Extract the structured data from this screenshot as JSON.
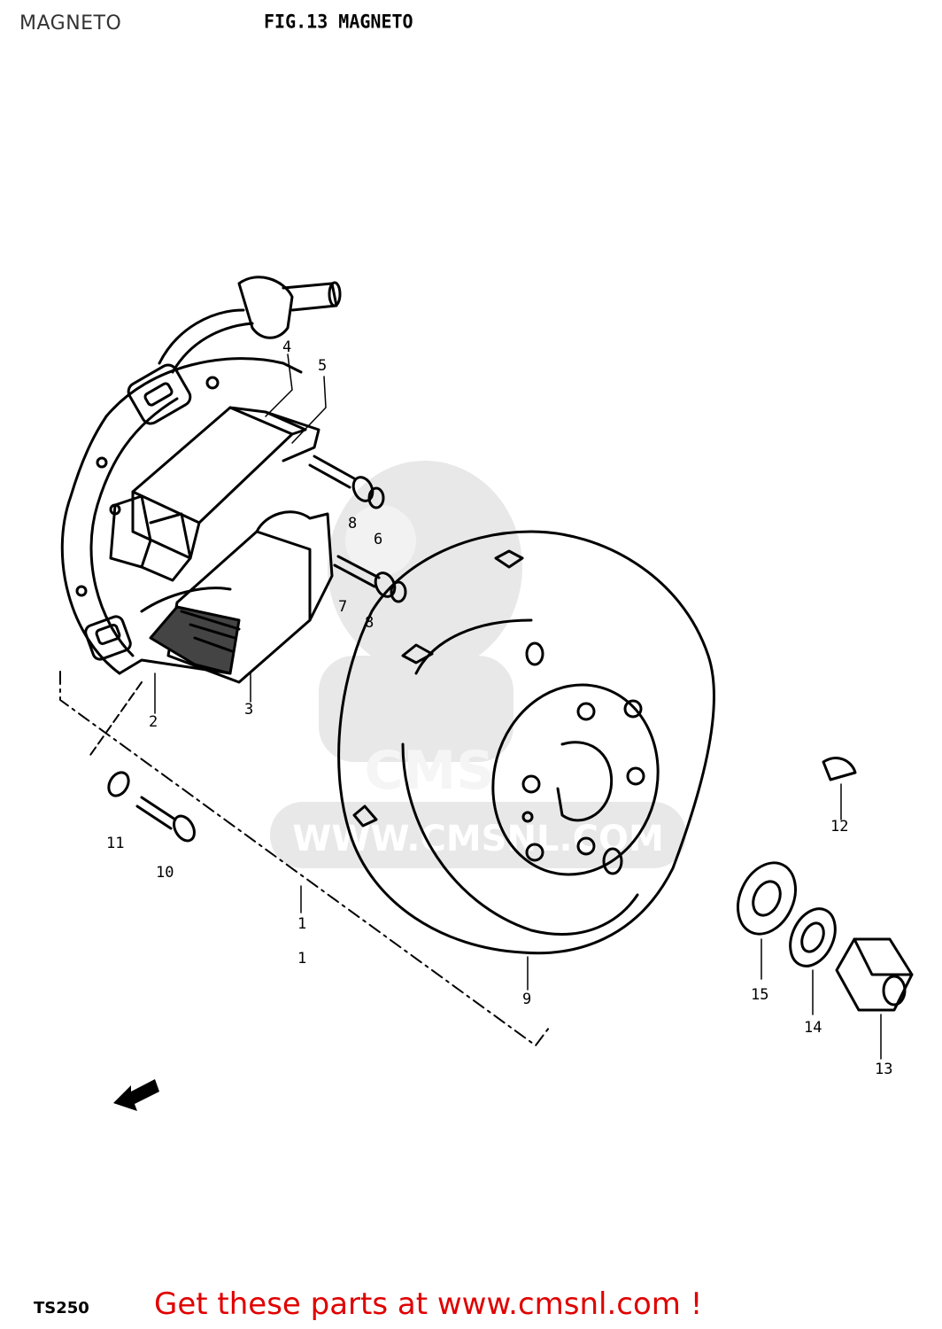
{
  "header": {
    "page_label": "MAGNETO",
    "figure_title": "FIG.13  MAGNETO"
  },
  "watermark": {
    "text": "WWW.CMSNL.COM",
    "logo_text": "CMS"
  },
  "callouts": [
    "1",
    "1",
    "2",
    "3",
    "4",
    "5",
    "6",
    "7",
    "8",
    "8",
    "9",
    "10",
    "11",
    "12",
    "13",
    "14",
    "15"
  ],
  "footer": {
    "model": "TS250",
    "promo": "Get these parts at www.cmsnl.com !"
  },
  "icons": {
    "direction_arrow": "fwd-arrow-icon"
  },
  "colors": {
    "promo": "#e00000",
    "watermark": "#e6e6e6",
    "ink": "#000000"
  }
}
